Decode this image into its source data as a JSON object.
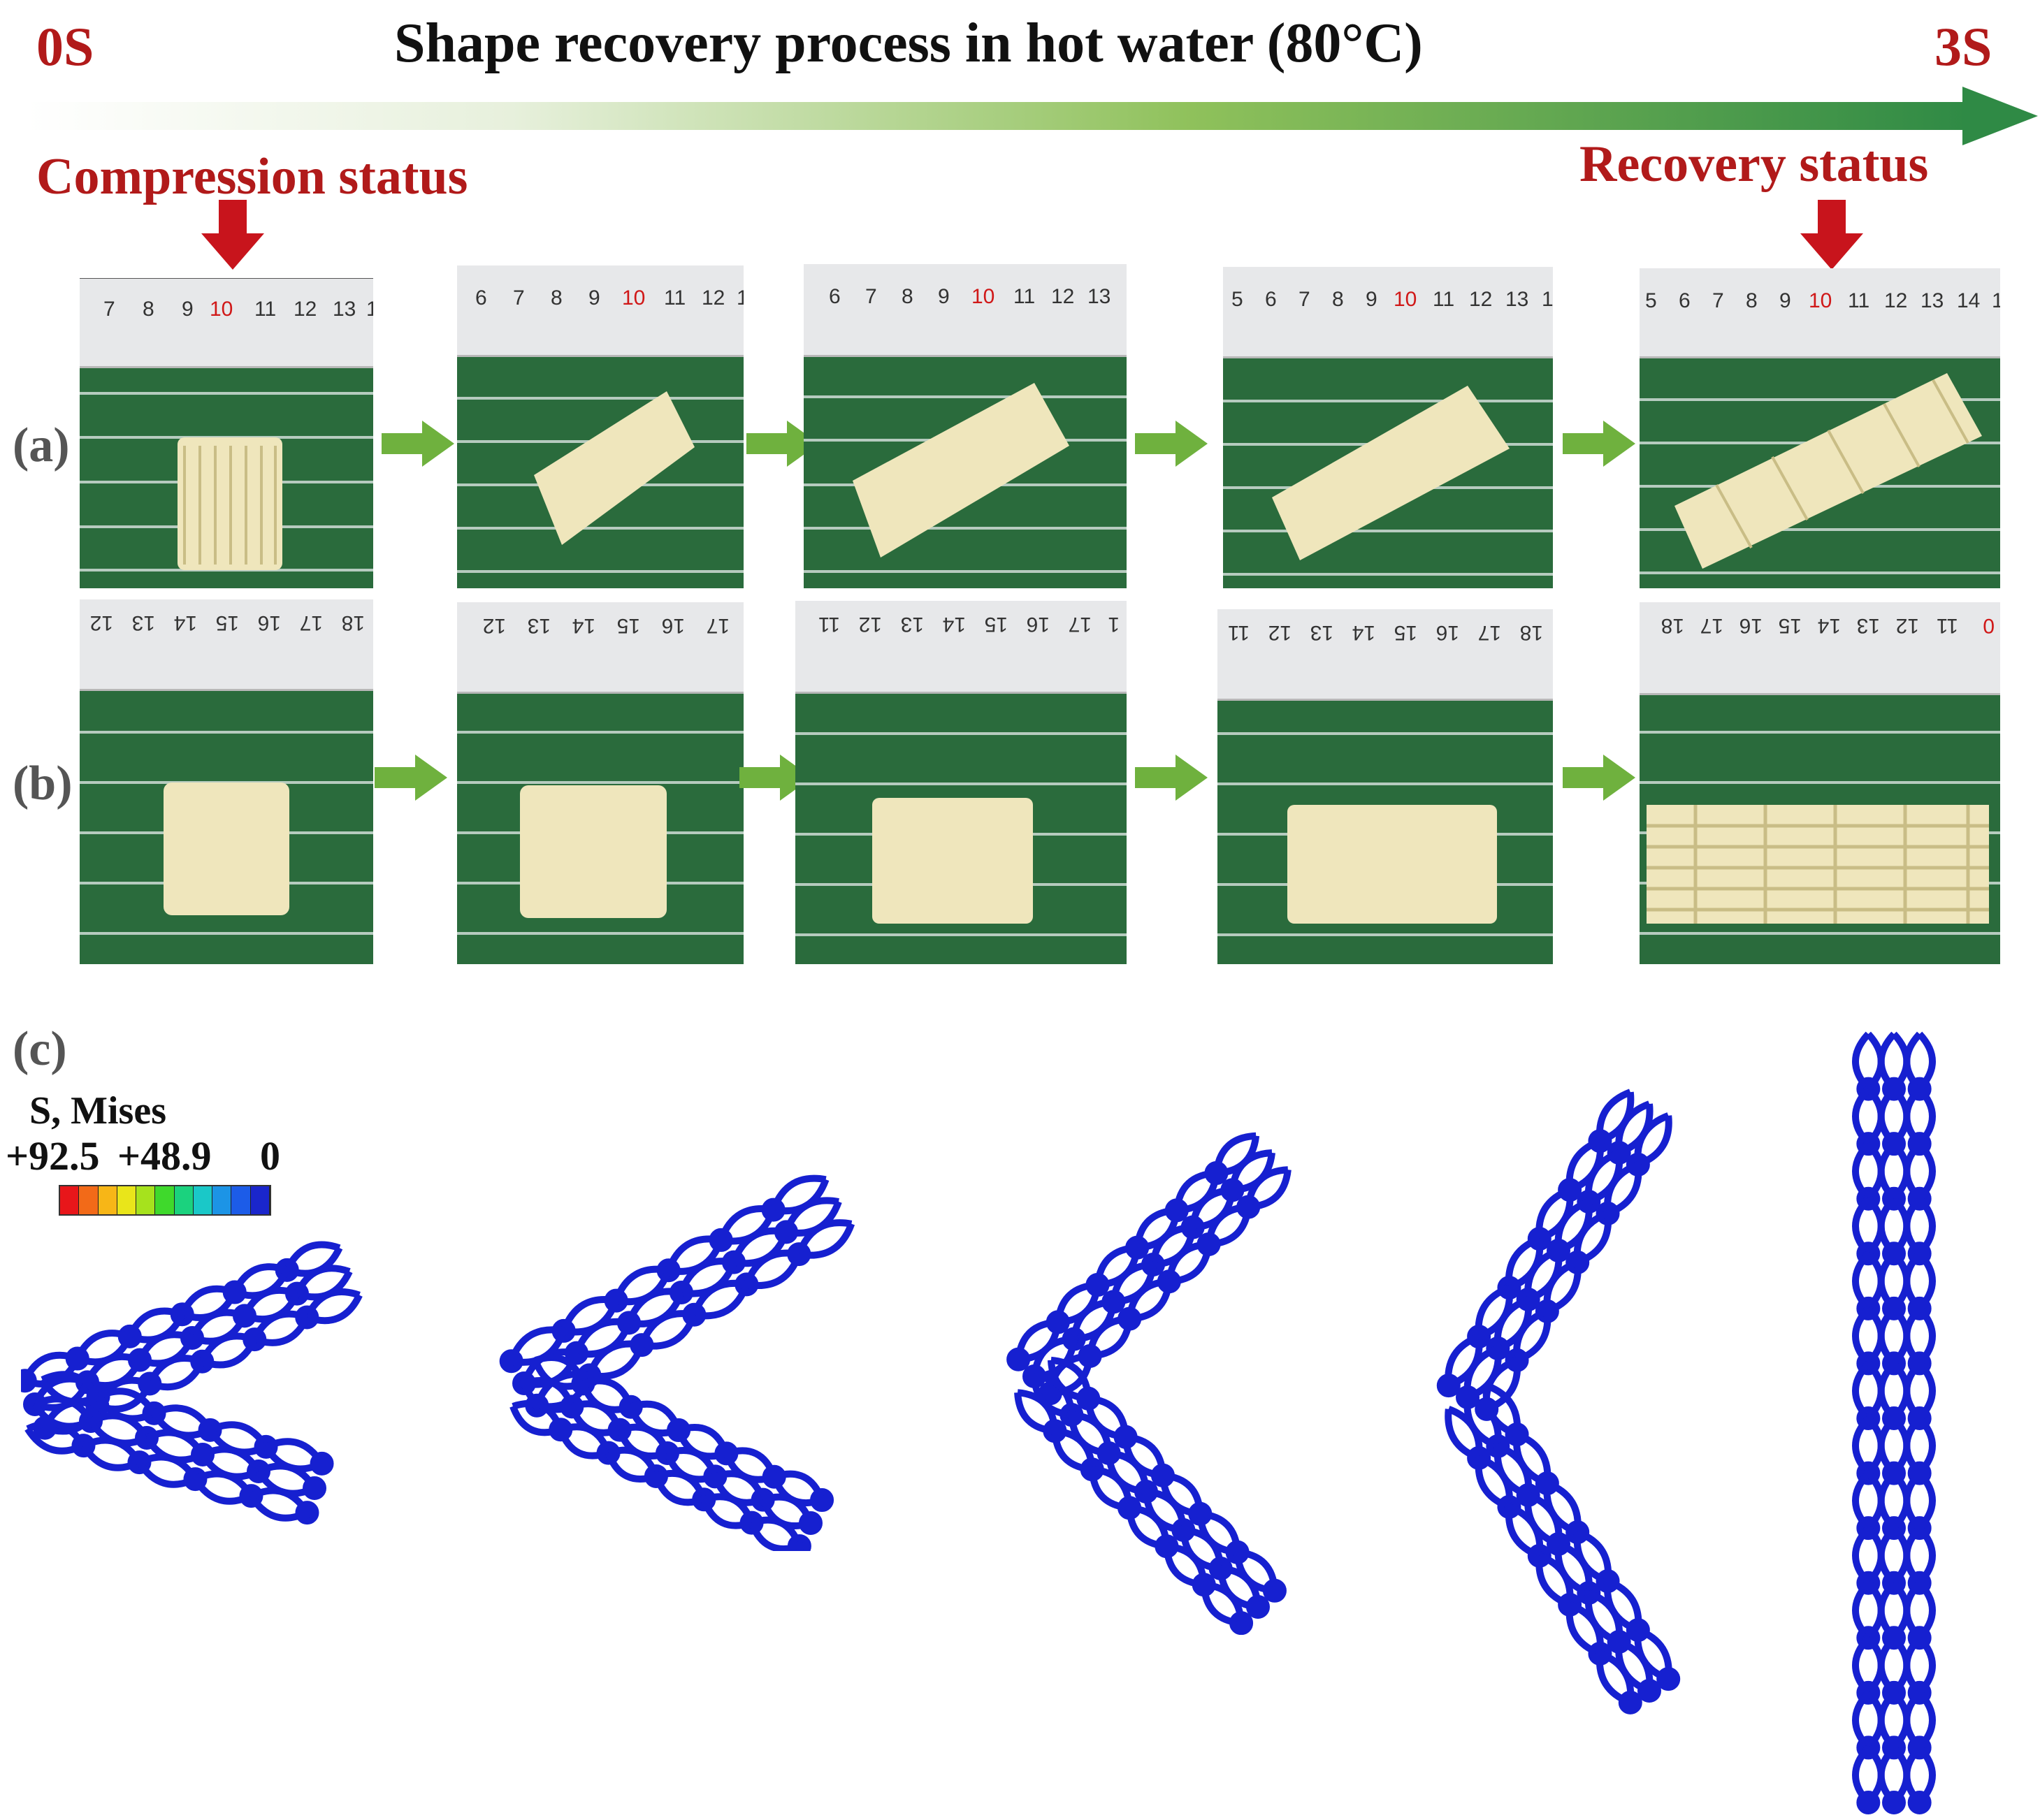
{
  "header": {
    "title": "Shape recovery process in hot water (80°C)",
    "time_start": "0S",
    "time_end": "3S",
    "compression_label": "Compression status",
    "recovery_label": "Recovery status"
  },
  "rows": {
    "a": {
      "label": "(a)",
      "rulers": [
        [
          "7",
          "8",
          "9",
          "10",
          "11",
          "12",
          "13",
          "1"
        ],
        [
          "6",
          "7",
          "8",
          "9",
          "10",
          "11",
          "12",
          "1"
        ],
        [
          "6",
          "7",
          "8",
          "9",
          "10",
          "11",
          "12",
          "13"
        ],
        [
          "5",
          "6",
          "7",
          "8",
          "9",
          "10",
          "11",
          "12",
          "13",
          "1"
        ],
        [
          "5",
          "6",
          "7",
          "8",
          "9",
          "10",
          "11",
          "12",
          "13",
          "14",
          "1"
        ]
      ]
    },
    "b": {
      "label": "(b)",
      "rulers": [
        [
          "18",
          "17",
          "16",
          "15",
          "14",
          "13",
          "12"
        ],
        [
          "17",
          "16",
          "15",
          "14",
          "13",
          "12"
        ],
        [
          "1",
          "17",
          "16",
          "15",
          "14",
          "13",
          "12",
          "11"
        ],
        [
          "18",
          "17",
          "16",
          "15",
          "14",
          "13",
          "12",
          "11"
        ],
        [
          "18",
          "17",
          "16",
          "15",
          "14",
          "13",
          "12",
          "11",
          "0"
        ]
      ]
    },
    "c": {
      "label": "(c)"
    }
  },
  "legend": {
    "title": "S, Mises",
    "max": "+92.5",
    "mid": "+48.9",
    "min": "0",
    "colors": [
      "#e8161a",
      "#f26a18",
      "#f7b617",
      "#e9e51a",
      "#a6e21d",
      "#3fd92c",
      "#1bd27e",
      "#1ac8c8",
      "#1c94e6",
      "#1c5ce8",
      "#1a26cc"
    ]
  },
  "colors": {
    "accent_red": "#b11a1a",
    "arrow_green": "#6fb13e",
    "stent_blue": "#1620d0",
    "photo_bg": "#2a6b3c",
    "sample": "#efe6bc"
  }
}
